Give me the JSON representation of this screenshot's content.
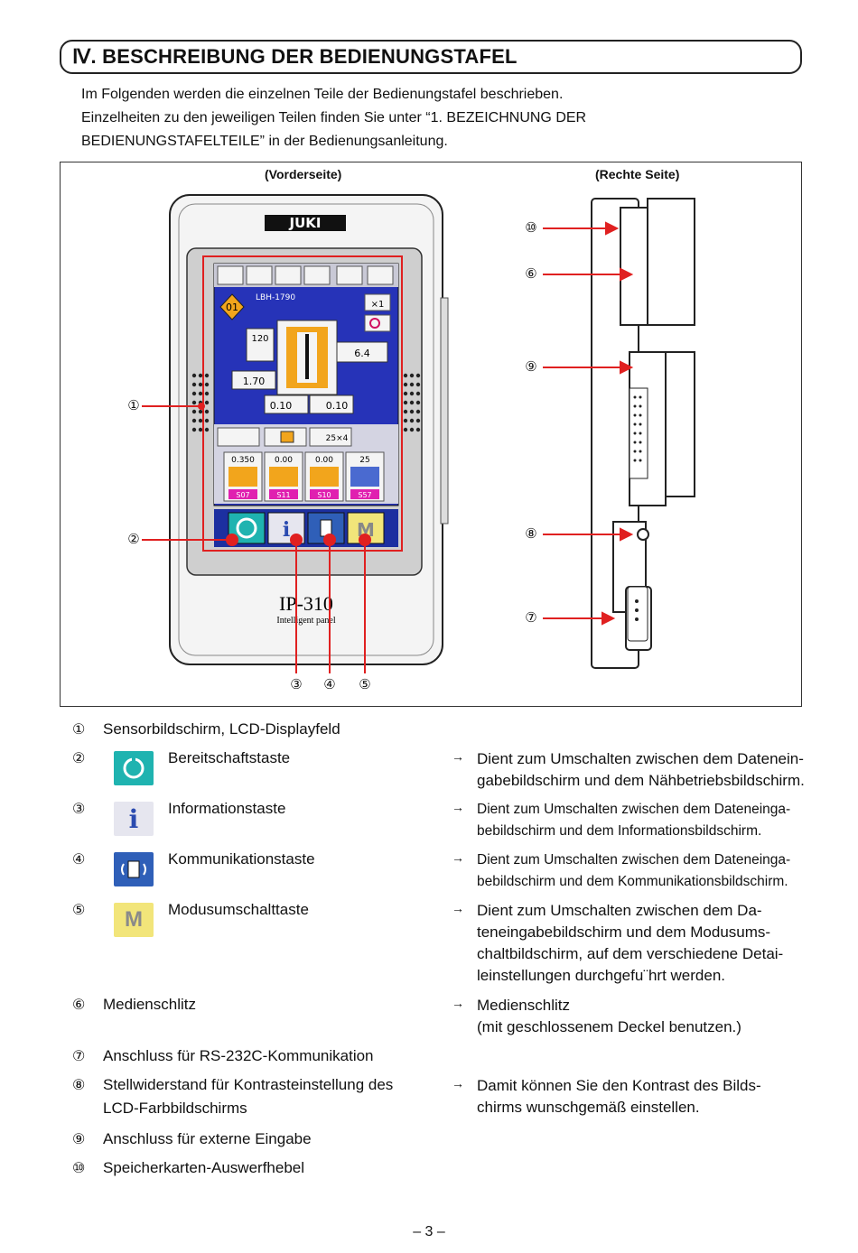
{
  "title": "Ⅳ. BESCHREIBUNG DER BEDIENUNGSTAFEL",
  "intro": [
    "Im Folgenden werden die einzelnen Teile der Bedienungstafel beschrieben.",
    "Einzelheiten zu den jeweiligen Teilen finden Sie unter “1. BEZEICHNUNG DER",
    "BEDIENUNGSTAFELTEILE” in der Bedienungsanleitung."
  ],
  "figure": {
    "front_caption": "(Vorderseite)",
    "side_caption": "(Rechte Seite)",
    "logo": "JUKI",
    "model": "IP-310",
    "model_sub": "Intelligent panel",
    "screen": {
      "model_name": "LBH-1790",
      "pattern_no": "01",
      "stitches": "120",
      "width_value": "6.4",
      "length_value": "1.70",
      "left_value": "0.10",
      "right_value": "0.10",
      "count_label": "25×4",
      "params": [
        "0.350",
        "0.00",
        "0.00",
        "25"
      ],
      "param_codes": [
        "S07",
        "S11",
        "S10",
        "S57"
      ],
      "mode_key": "M",
      "info_key": "i",
      "x1": "×1"
    },
    "callouts": {
      "c1": "①",
      "c2": "②",
      "c3": "③",
      "c4": "④",
      "c5": "⑤",
      "c6": "⑥",
      "c7": "⑦",
      "c8": "⑧",
      "c9": "⑨",
      "c10": "⑩"
    }
  },
  "items": [
    {
      "num": "①",
      "label": "Sensorbildschirm, LCD-Displayfeld"
    },
    {
      "num": "②",
      "label": "Bereitschaftstaste",
      "desc": [
        "Dient zum Umschalten zwischen dem Datenein-",
        "gabebildschirm und dem Nähbetriebsbildschirm."
      ]
    },
    {
      "num": "③",
      "label": "Informationstaste",
      "desc": [
        "Dient zum Umschalten zwischen dem Dateneinga-",
        "bebildschirm und dem Informationsbildschirm."
      ]
    },
    {
      "num": "④",
      "label": "Kommunikationstaste",
      "desc": [
        "Dient zum Umschalten zwischen dem Dateneinga-",
        "bebildschirm und dem Kommunikationsbildschirm."
      ]
    },
    {
      "num": "⑤",
      "label": "Modusumschalttaste",
      "desc": [
        "Dient zum Umschalten zwischen dem Da-",
        "teneingabebildschirm und dem Modusums-",
        "chaltbildschirm, auf dem verschiedene Detai-",
        "leinstellungen durchgefu¨hrt werden."
      ]
    },
    {
      "num": "⑥",
      "label": "Medienschlitz",
      "desc": [
        "Medienschlitz",
        "(mit geschlossenem Deckel benutzen.)"
      ]
    },
    {
      "num": "⑦",
      "label": "Anschluss für RS-232C-Kommunikation"
    },
    {
      "num": "⑧",
      "label": [
        "Stellwiderstand für Kontrasteinstellung des",
        "LCD-Farbbildschirms"
      ],
      "desc": [
        "Damit können Sie den Kontrast des Bilds-",
        "chirms wunschgemäß einstellen."
      ]
    },
    {
      "num": "⑨",
      "label": "Anschluss für externe Eingabe"
    },
    {
      "num": "⑩",
      "label": "Speicherkarten-Auswerfhebel"
    }
  ],
  "arrow": "→",
  "page_number": "– 3 –",
  "colors": {
    "ready_key": "#1fb3b0",
    "comm_key": "#2f5fb8",
    "mode_key": "#f2e57a",
    "screen_blue": "#2633b8",
    "callout_red": "#e02020"
  }
}
